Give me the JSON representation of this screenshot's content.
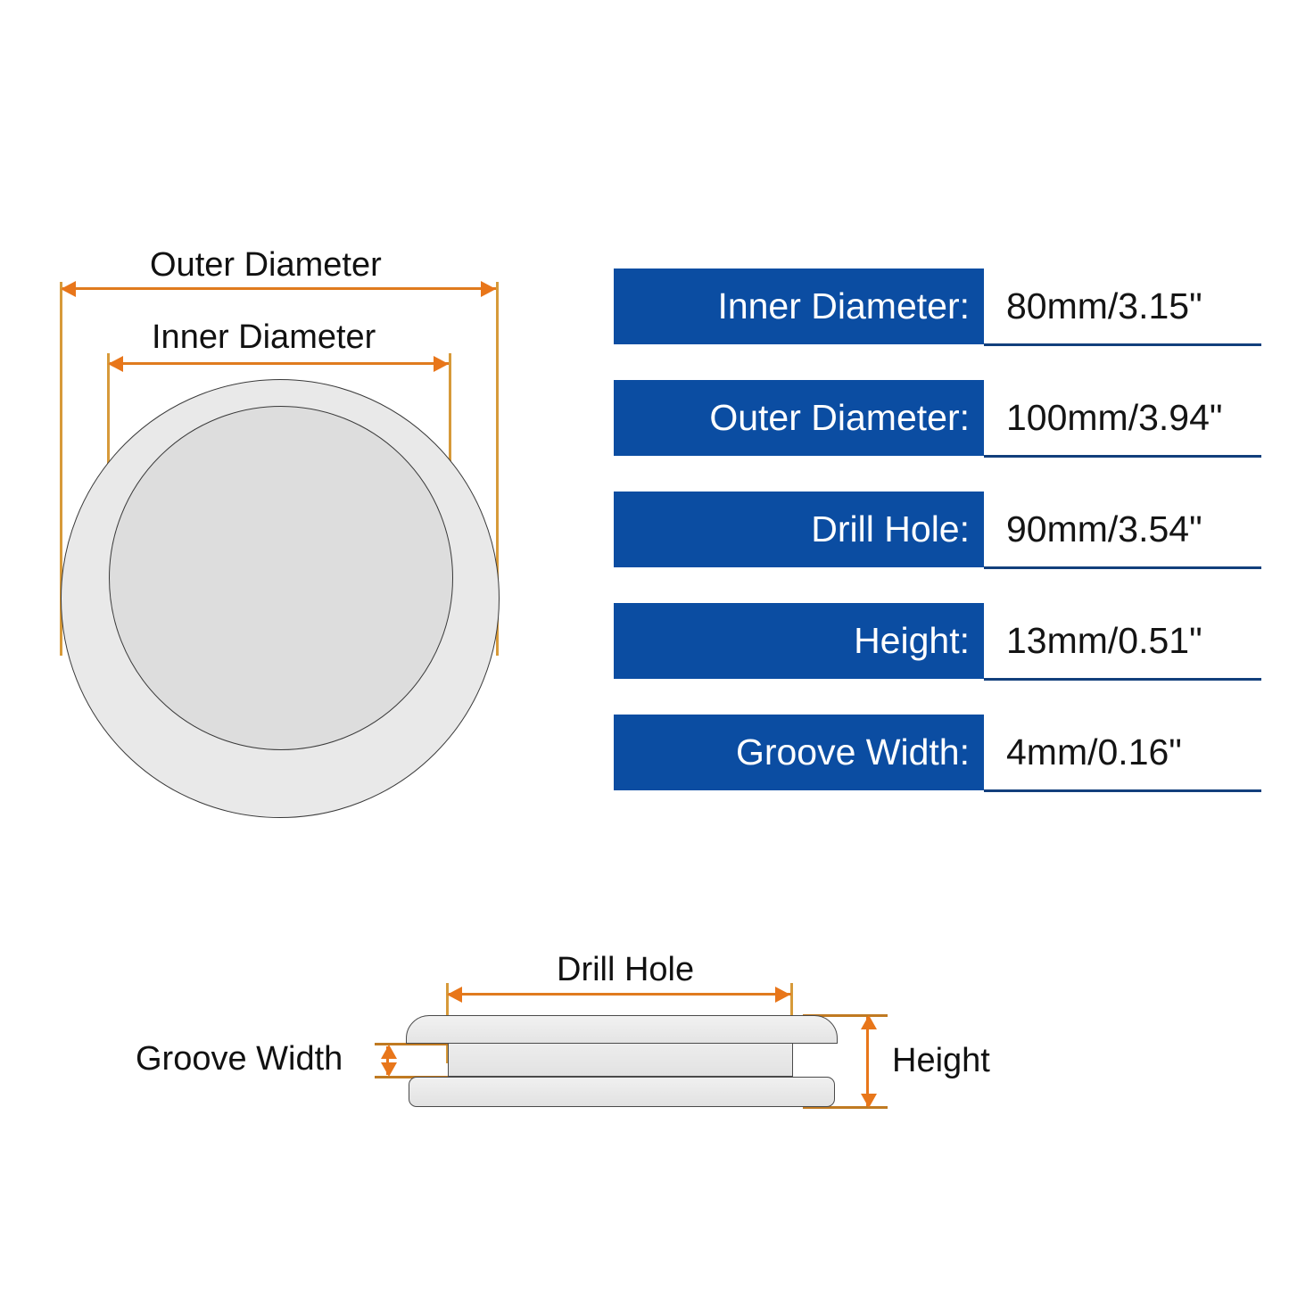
{
  "diagram": {
    "title_top_view": "Outer Diameter",
    "top_view_labels": {
      "outer_diameter": "Outer Diameter",
      "inner_diameter": "Inner Diameter"
    },
    "section_view_labels": {
      "drill_hole": "Drill Hole",
      "groove_width": "Groove Width",
      "height": "Height"
    },
    "colors": {
      "spec_label_blue": "#0b4da2",
      "spec_underline_blue": "#123f7c",
      "dimension_orange": "#e8761a",
      "extension_gold": "#d79a3a",
      "part_fill_outer": "#e9e9e9",
      "part_fill_inner": "#dddddd",
      "outline": "#3a3a3a"
    }
  },
  "specs": {
    "rows": [
      {
        "key": "Inner Diameter:",
        "value": "80mm/3.15\""
      },
      {
        "key": "Outer Diameter:",
        "value": "100mm/3.94\""
      },
      {
        "key": "Drill Hole:",
        "value": "90mm/3.54\""
      },
      {
        "key": "Height:",
        "value": "13mm/0.51\""
      },
      {
        "key": "Groove Width:",
        "value": "4mm/0.16\""
      }
    ]
  }
}
